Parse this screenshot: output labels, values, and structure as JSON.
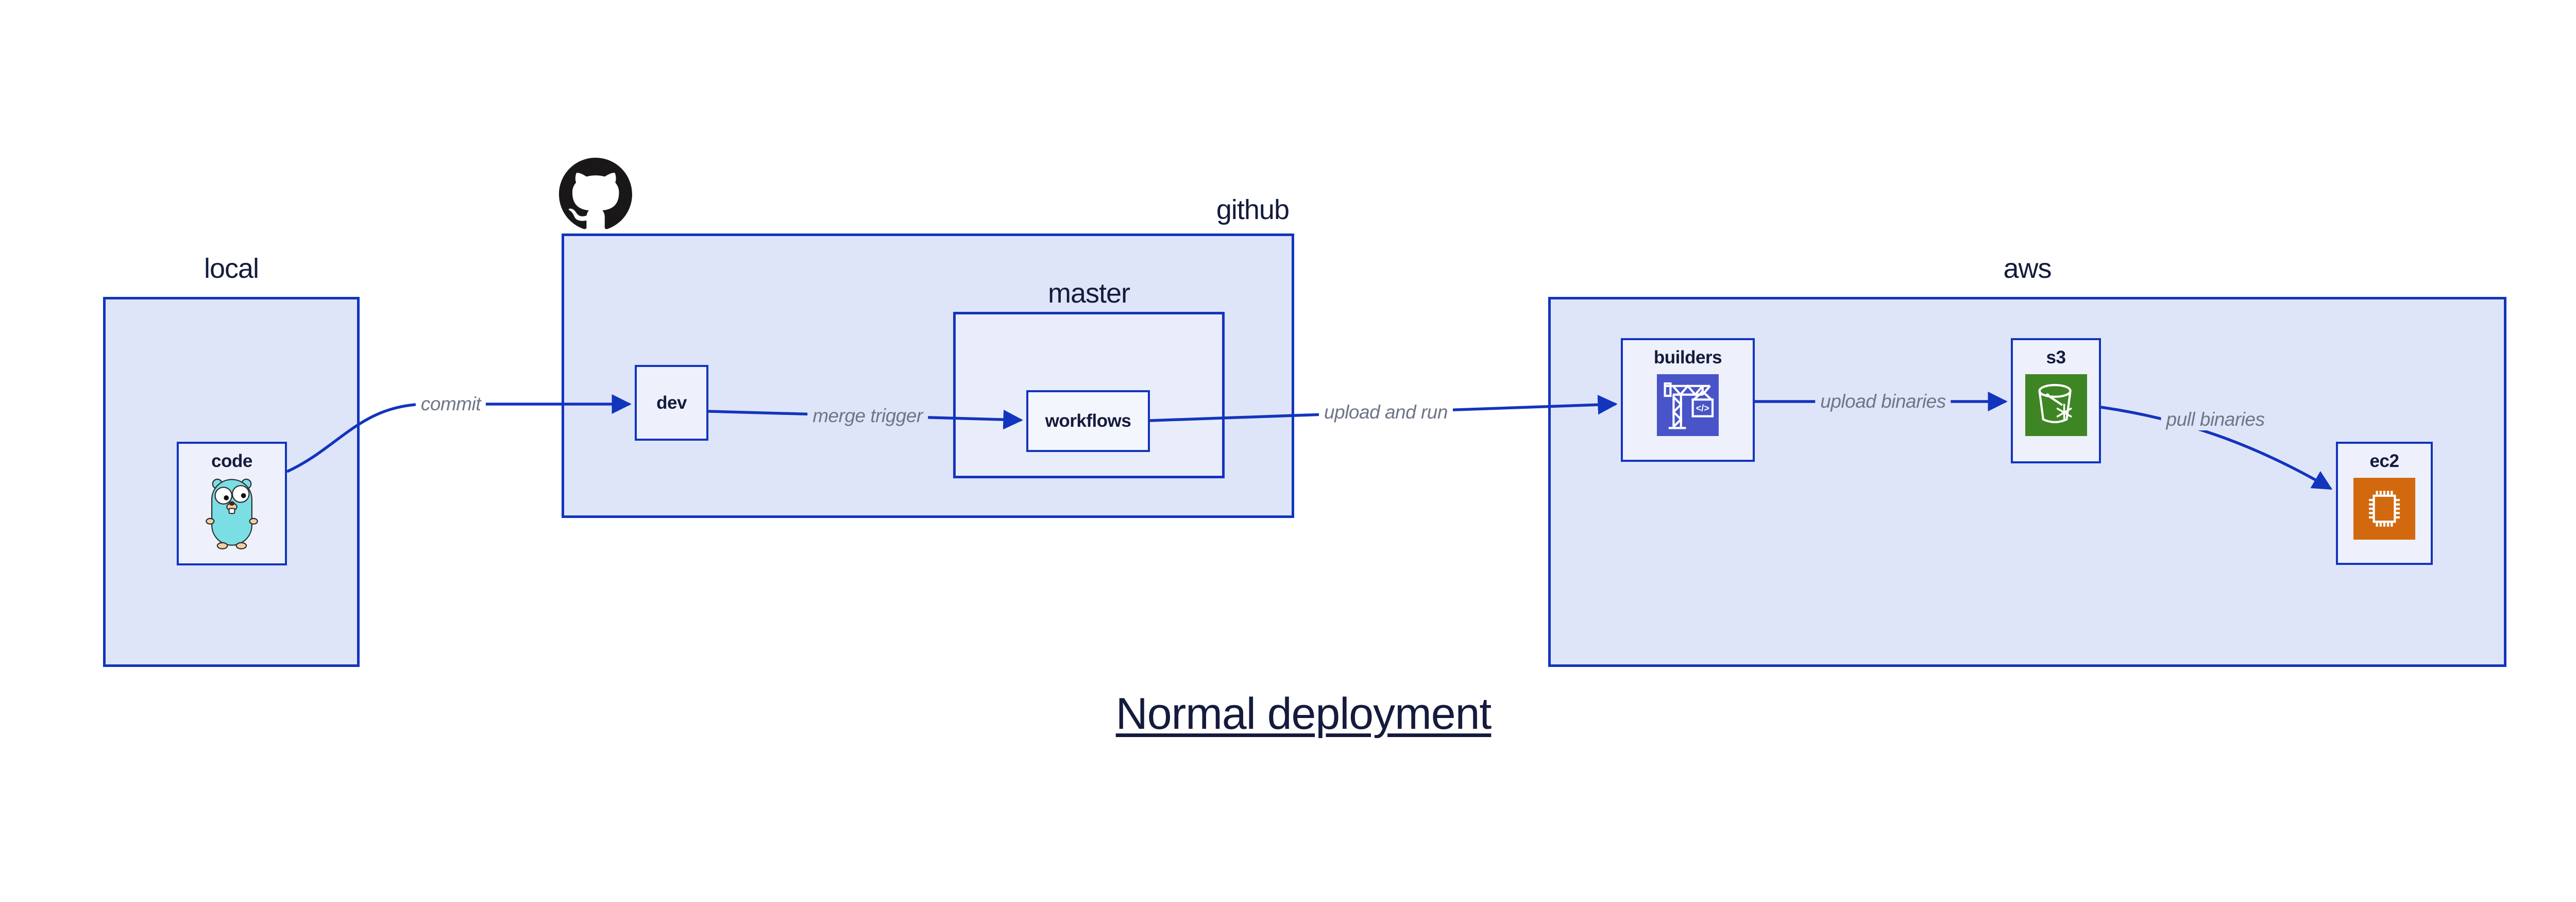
{
  "diagram": {
    "title": "Normal deployment"
  },
  "containers": {
    "local": {
      "label": "local"
    },
    "github": {
      "label": "github"
    },
    "master": {
      "label": "master"
    },
    "aws": {
      "label": "aws"
    }
  },
  "nodes": {
    "code": {
      "label": "code"
    },
    "dev": {
      "label": "dev"
    },
    "workflows": {
      "label": "workflows"
    },
    "builders": {
      "label": "builders",
      "glyph": "</>"
    },
    "s3": {
      "label": "s3"
    },
    "ec2": {
      "label": "ec2"
    }
  },
  "edges": {
    "commit": {
      "label": "commit"
    },
    "merge_trigger": {
      "label": "merge trigger"
    },
    "upload_and_run": {
      "label": "upload and run"
    },
    "upload_binaries": {
      "label": "upload binaries"
    },
    "pull_binaries": {
      "label": "pull binaries"
    }
  },
  "icons": {
    "github": "github-octocat-icon",
    "code": "go-gopher-icon",
    "builders": "codebuild-crane-icon",
    "s3": "s3-bucket-icon",
    "ec2": "ec2-chip-icon"
  },
  "colors": {
    "stroke_blue": "#1235be",
    "container_fill": "#dfe5f8",
    "master_fill": "#e9edfa",
    "node_fill": "#eef1fc",
    "workflows_fill": "#f4f6fd",
    "text_dark": "#151b3d",
    "edge_label_gray": "#6f7489",
    "builders_icon_bg": "#4854c8",
    "s3_icon_bg": "#3e8524",
    "ec2_icon_bg": "#d2690f",
    "octocat_black": "#191717",
    "gopher_teal": "#7bdee4",
    "gopher_tan": "#f2cfa4",
    "page_bg": "#ffffff"
  }
}
